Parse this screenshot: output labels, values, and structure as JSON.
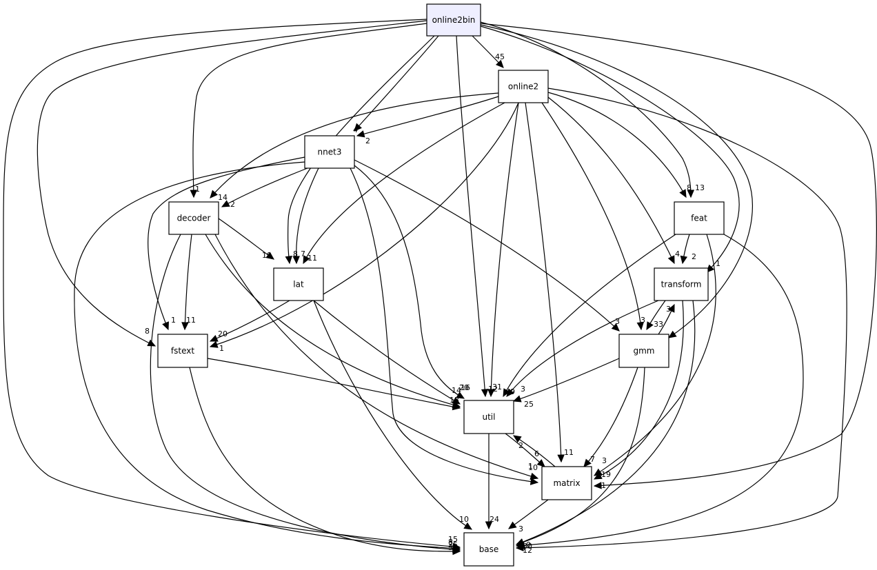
{
  "colors": {
    "root_fill": "#eeeeff",
    "node_fill": "#ffffff",
    "stroke": "#000000"
  },
  "nodes": [
    {
      "id": "online2bin",
      "label": "online2bin"
    },
    {
      "id": "online2",
      "label": "online2"
    },
    {
      "id": "nnet3",
      "label": "nnet3"
    },
    {
      "id": "decoder",
      "label": "decoder"
    },
    {
      "id": "lat",
      "label": "lat"
    },
    {
      "id": "fstext",
      "label": "fstext"
    },
    {
      "id": "feat",
      "label": "feat"
    },
    {
      "id": "transform",
      "label": "transform"
    },
    {
      "id": "gmm",
      "label": "gmm"
    },
    {
      "id": "util",
      "label": "util"
    },
    {
      "id": "matrix",
      "label": "matrix"
    },
    {
      "id": "base",
      "label": "base"
    }
  ],
  "edges": [
    {
      "from": "online2bin",
      "to": "online2",
      "label": "45"
    },
    {
      "from": "online2bin",
      "to": "nnet3",
      "label": "4"
    },
    {
      "from": "online2bin",
      "to": "decoder",
      "label": "1"
    },
    {
      "from": "online2bin",
      "to": "lat",
      "label": "8"
    },
    {
      "from": "online2bin",
      "to": "fstext",
      "label": "8"
    },
    {
      "from": "online2bin",
      "to": "feat",
      "label": "8"
    },
    {
      "from": "online2bin",
      "to": "transform",
      "label": "1"
    },
    {
      "from": "online2bin",
      "to": "gmm",
      "label": "1"
    },
    {
      "from": "online2bin",
      "to": "util",
      "label": "12"
    },
    {
      "from": "online2bin",
      "to": "matrix",
      "label": "19"
    },
    {
      "from": "online2bin",
      "to": "base",
      "label": "15"
    },
    {
      "from": "online2",
      "to": "nnet3",
      "label": "2"
    },
    {
      "from": "online2",
      "to": "decoder",
      "label": "14"
    },
    {
      "from": "online2",
      "to": "lat",
      "label": "11"
    },
    {
      "from": "online2",
      "to": "fstext",
      "label": "1"
    },
    {
      "from": "online2",
      "to": "feat",
      "label": "13"
    },
    {
      "from": "online2",
      "to": "transform",
      "label": "4"
    },
    {
      "from": "online2",
      "to": "gmm",
      "label": "3"
    },
    {
      "from": "online2",
      "to": "util",
      "label": "31"
    },
    {
      "from": "online2",
      "to": "matrix",
      "label": "11"
    },
    {
      "from": "online2",
      "to": "base",
      "label": "30"
    },
    {
      "from": "nnet3",
      "to": "decoder",
      "label": "2"
    },
    {
      "from": "nnet3",
      "to": "lat",
      "label": "7"
    },
    {
      "from": "nnet3",
      "to": "fstext",
      "label": "1"
    },
    {
      "from": "nnet3",
      "to": "gmm",
      "label": "3"
    },
    {
      "from": "nnet3",
      "to": "util",
      "label": "20"
    },
    {
      "from": "nnet3",
      "to": "matrix",
      "label": "10"
    },
    {
      "from": "nnet3",
      "to": "base",
      "label": "25"
    },
    {
      "from": "decoder",
      "to": "lat",
      "label": "19"
    },
    {
      "from": "decoder",
      "to": "fstext",
      "label": "11"
    },
    {
      "from": "decoder",
      "to": "util",
      "label": "14"
    },
    {
      "from": "decoder",
      "to": "matrix",
      "label": "1"
    },
    {
      "from": "decoder",
      "to": "base",
      "label": "8"
    },
    {
      "from": "lat",
      "to": "fstext",
      "label": "20"
    },
    {
      "from": "lat",
      "to": "util",
      "label": "16"
    },
    {
      "from": "lat",
      "to": "base",
      "label": "10"
    },
    {
      "from": "fstext",
      "to": "util",
      "label": "13"
    },
    {
      "from": "fstext",
      "to": "base",
      "label": "3"
    },
    {
      "from": "feat",
      "to": "transform",
      "label": "2"
    },
    {
      "from": "feat",
      "to": "util",
      "label": "9"
    },
    {
      "from": "feat",
      "to": "matrix",
      "label": "3"
    },
    {
      "from": "feat",
      "to": "base",
      "label": "10"
    },
    {
      "from": "transform",
      "to": "gmm",
      "label": "33"
    },
    {
      "from": "transform",
      "to": "util",
      "label": "3"
    },
    {
      "from": "transform",
      "to": "matrix",
      "label": "1"
    },
    {
      "from": "transform",
      "to": "base",
      "label": "12"
    },
    {
      "from": "gmm",
      "to": "transform",
      "label": "3"
    },
    {
      "from": "gmm",
      "to": "util",
      "label": "25"
    },
    {
      "from": "gmm",
      "to": "matrix",
      "label": "7"
    },
    {
      "from": "gmm",
      "to": "base",
      "label": "4"
    },
    {
      "from": "util",
      "to": "matrix",
      "label": "6"
    },
    {
      "from": "util",
      "to": "base",
      "label": "24"
    },
    {
      "from": "matrix",
      "to": "util",
      "label": "2"
    },
    {
      "from": "matrix",
      "to": "base",
      "label": "3"
    }
  ]
}
